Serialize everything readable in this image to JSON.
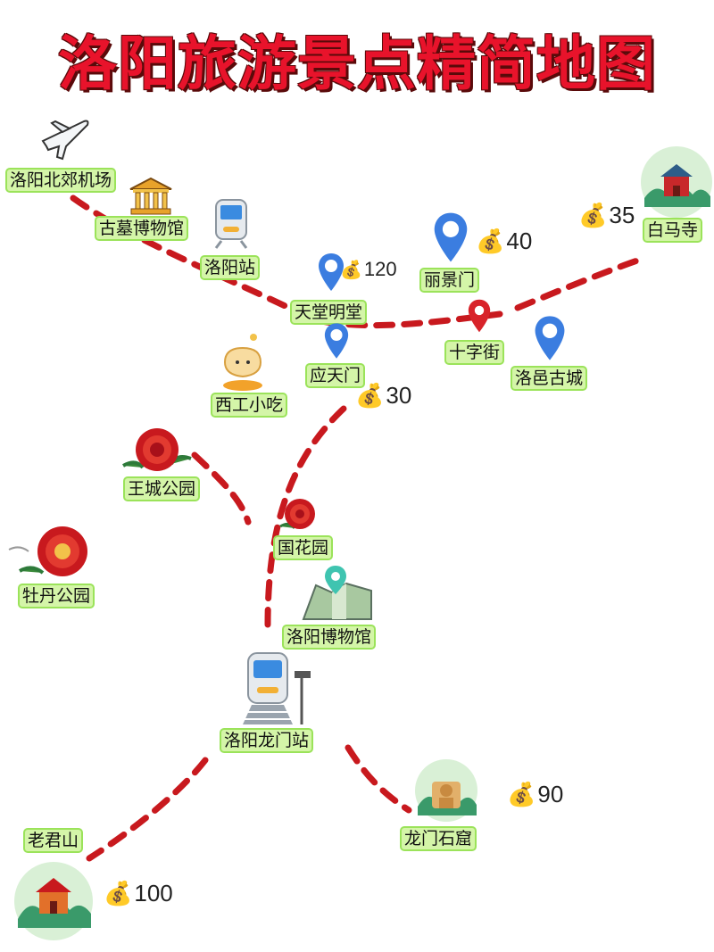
{
  "title": "洛阳旅游景点精简地图",
  "labels": {
    "airport": "洛阳北郊机场",
    "tomb_museum": "古墓博物馆",
    "luoyang_station": "洛阳站",
    "mingtang": "天堂明堂",
    "lijingmen": "丽景门",
    "baimasi": "白马寺",
    "shizijie": "十字街",
    "luoyi": "洛邑古城",
    "yingtianmen": "应天门",
    "xigong": "西工小吃",
    "wangcheng": "王城公园",
    "guohuayuan": "国花园",
    "mudan": "牡丹公园",
    "museum": "洛阳博物馆",
    "longmen_station": "洛阳龙门站",
    "laojunshan": "老君山",
    "longmen_grottoes": "龙门石窟"
  },
  "prices": {
    "mingtang": "120",
    "lijingmen": "40",
    "baimasi": "35",
    "yingtianmen": "30",
    "longmen_grottoes": "90",
    "laojunshan": "100"
  },
  "icons": {
    "money": "money-bag-icon",
    "airport": "airplane-icon",
    "tomb_museum": "museum-building-icon",
    "station": "train-icon",
    "pin": "location-pin-icon",
    "peony": "peony-flower-icon",
    "temple": "temple-illustration-icon",
    "food": "snack-food-icon",
    "map": "folded-map-icon"
  },
  "colors": {
    "title": "#e8132b",
    "route": "#c8191e",
    "label_bg": "#d4f5a8",
    "pin_blue": "#3b7de0",
    "pin_red": "#d8232a",
    "pin_teal": "#3fc4b0"
  }
}
